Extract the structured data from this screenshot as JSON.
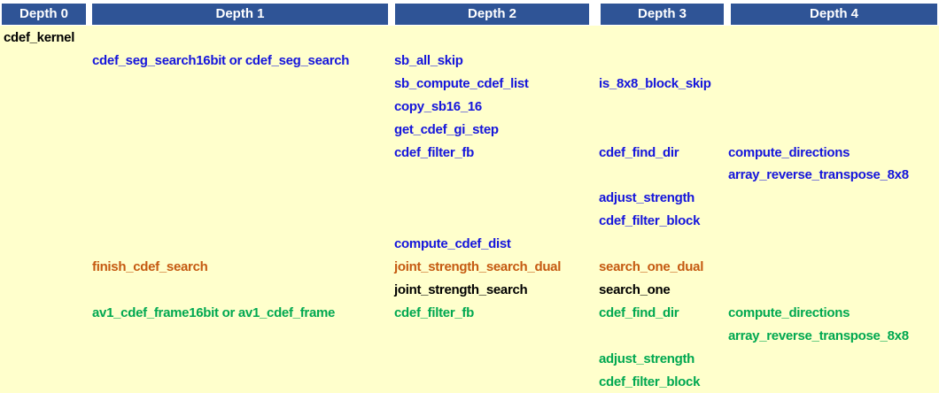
{
  "palette": {
    "header_bg": "#2F5496",
    "header_text": "#FFFFFF",
    "body_bg": "#FFFFCC",
    "page_bg": "#FFFFFF",
    "black": "#000000",
    "blue": "#1515DC",
    "orange": "#C55A11",
    "green": "#00A850"
  },
  "columns": [
    {
      "label": "Depth 0"
    },
    {
      "label": "Depth 1"
    },
    {
      "label": "Depth 2"
    },
    {
      "label": "Depth 3"
    },
    {
      "label": "Depth 4"
    }
  ],
  "rows": [
    {
      "cells": [
        {
          "depth": 0,
          "text": "cdef_kernel",
          "color": "black"
        }
      ]
    },
    {
      "cells": [
        {
          "depth": 1,
          "text": "cdef_seg_search16bit or cdef_seg_search",
          "color": "blue"
        },
        {
          "depth": 2,
          "text": "sb_all_skip",
          "color": "blue"
        }
      ]
    },
    {
      "cells": [
        {
          "depth": 2,
          "text": "sb_compute_cdef_list",
          "color": "blue"
        },
        {
          "depth": 3,
          "text": "is_8x8_block_skip",
          "color": "blue"
        }
      ]
    },
    {
      "cells": [
        {
          "depth": 2,
          "text": "copy_sb16_16",
          "color": "blue"
        }
      ]
    },
    {
      "cells": [
        {
          "depth": 2,
          "text": "get_cdef_gi_step",
          "color": "blue"
        }
      ]
    },
    {
      "cells": [
        {
          "depth": 2,
          "text": "cdef_filter_fb",
          "color": "blue"
        },
        {
          "depth": 3,
          "text": "cdef_find_dir",
          "color": "blue"
        },
        {
          "depth": 4,
          "text": "compute_directions",
          "color": "blue"
        }
      ]
    },
    {
      "cells": [
        {
          "depth": 4,
          "text": "array_reverse_transpose_8x8",
          "color": "blue"
        }
      ]
    },
    {
      "cells": [
        {
          "depth": 3,
          "text": "adjust_strength",
          "color": "blue"
        }
      ]
    },
    {
      "cells": [
        {
          "depth": 3,
          "text": "cdef_filter_block",
          "color": "blue"
        }
      ]
    },
    {
      "cells": [
        {
          "depth": 2,
          "text": "compute_cdef_dist",
          "color": "blue"
        }
      ]
    },
    {
      "cells": [
        {
          "depth": 1,
          "text": "finish_cdef_search",
          "color": "orange"
        },
        {
          "depth": 2,
          "text": "joint_strength_search_dual",
          "color": "orange"
        },
        {
          "depth": 3,
          "text": "search_one_dual",
          "color": "orange"
        }
      ]
    },
    {
      "cells": [
        {
          "depth": 2,
          "text": "joint_strength_search",
          "color": "black"
        },
        {
          "depth": 3,
          "text": "search_one",
          "color": "black"
        }
      ]
    },
    {
      "cells": [
        {
          "depth": 1,
          "text": "av1_cdef_frame16bit or av1_cdef_frame",
          "color": "green"
        },
        {
          "depth": 2,
          "text": "cdef_filter_fb",
          "color": "green"
        },
        {
          "depth": 3,
          "text": "cdef_find_dir",
          "color": "green"
        },
        {
          "depth": 4,
          "text": "compute_directions",
          "color": "green"
        }
      ]
    },
    {
      "cells": [
        {
          "depth": 4,
          "text": "array_reverse_transpose_8x8",
          "color": "green"
        }
      ]
    },
    {
      "cells": [
        {
          "depth": 3,
          "text": "adjust_strength",
          "color": "green"
        }
      ]
    },
    {
      "cells": [
        {
          "depth": 3,
          "text": "cdef_filter_block",
          "color": "green"
        }
      ]
    }
  ]
}
